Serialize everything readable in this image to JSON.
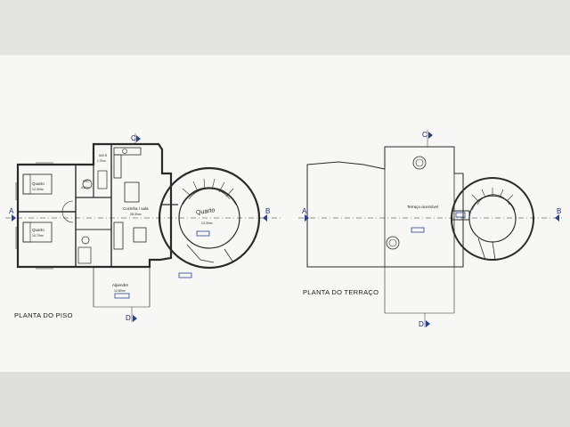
{
  "floor_plan": {
    "caption": "PLANTA DO PISO",
    "rooms": [
      {
        "name": "Quarto",
        "area": "12.30m²"
      },
      {
        "name": "Quarto",
        "area": "10.70m²"
      },
      {
        "name": "Cozinha / sala",
        "area": "28.30m²"
      },
      {
        "name": "WC",
        "area": "4.60m²"
      },
      {
        "name": "WCS",
        "area": "1.70m²"
      },
      {
        "name": "Quarto",
        "area": "13.30m²"
      },
      {
        "name": "Alpendre",
        "area": "12.80m²"
      }
    ]
  },
  "roof_plan": {
    "caption": "PLANTA DO TERRAÇO",
    "terrace_label": "Terraço acessível"
  },
  "section_marks": {
    "A": "A",
    "B": "B",
    "C": "C",
    "D": "D"
  },
  "colors": {
    "line": "#2a2a2a",
    "tag": "#2a3f8f",
    "paper": "#f7f7f5"
  }
}
